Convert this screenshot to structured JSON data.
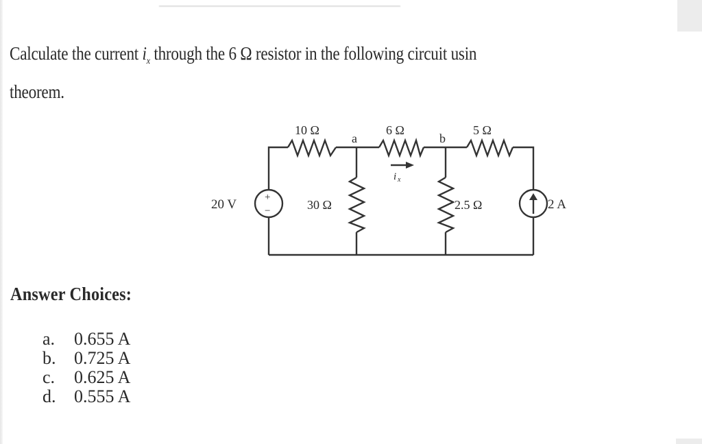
{
  "question": {
    "text_before": "Calculate the current",
    "variable": "i",
    "variable_sub": "x",
    "text_after": "through the 6 Ω resistor in the following circuit usin",
    "line2": "theorem."
  },
  "circuit": {
    "resistors": [
      {
        "id": "r10",
        "label": "10 Ω"
      },
      {
        "id": "r6",
        "label": "6 Ω"
      },
      {
        "id": "r5",
        "label": "5 Ω"
      },
      {
        "id": "r30",
        "label": "30 Ω"
      },
      {
        "id": "r25",
        "label": "2.5 Ω"
      }
    ],
    "voltage_source": {
      "label": "20 V",
      "plus": "+",
      "minus": "−"
    },
    "current_source": {
      "label": "2 A"
    },
    "nodes": {
      "a": "a",
      "b": "b"
    },
    "current_label": {
      "var": "i",
      "sub": "x"
    }
  },
  "answers": {
    "title": "Answer Choices:",
    "choices": [
      {
        "letter": "a.",
        "value": "0.655 A"
      },
      {
        "letter": "b.",
        "value": "0.725 A"
      },
      {
        "letter": "c.",
        "value": "0.625 A"
      },
      {
        "letter": "d.",
        "value": "0.555 A"
      }
    ]
  }
}
